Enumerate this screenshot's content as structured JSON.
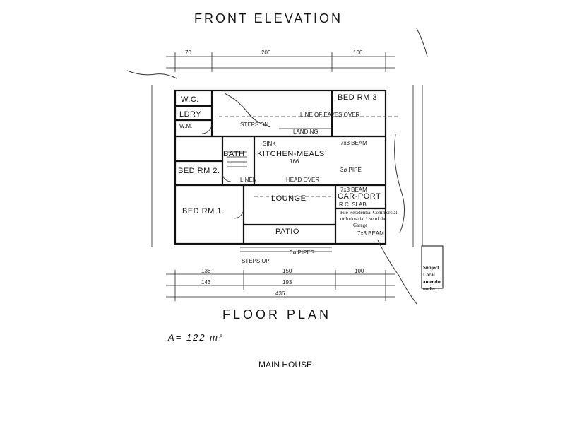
{
  "titles": {
    "front_elevation": "FRONT ELEVATION",
    "floor_plan": "FLOOR PLAN",
    "area": "A= 122 m²",
    "caption": "MAIN HOUSE"
  },
  "rooms": {
    "wc": "W.C.",
    "ldry": "LDRY",
    "bed3": "BED RM 3",
    "bath": "BATH",
    "kitchen": "KITCHEN-MEALS",
    "bed2": "BED RM 2.",
    "lounge": "LOUNGE",
    "carport": "CAR-PORT",
    "bed1": "BED RM 1.",
    "patio": "PATIO"
  },
  "notes": {
    "steps_dn": "STEPS DN",
    "landing": "LANDING",
    "line_eaves": "LINE OF EAVES OVER",
    "beam1": "7x3 BEAM",
    "pipe1": "3ø PIPE",
    "linen": "LINEN",
    "head_over": "HEAD OVER",
    "beam2": "7x3 BEAM",
    "rc_slab": "R.C. SLAB",
    "beam3": "7x3 BEAM",
    "steps_up": "STEPS UP",
    "pipes": "3ø PIPES",
    "sink": "SINK",
    "wm": "W.M."
  },
  "dimensions": {
    "top_left": "70",
    "top_mid": "200",
    "top_right": "100",
    "b1": "138",
    "b2": "150",
    "b3": "100",
    "c1": "143",
    "c2": "193",
    "total": "436",
    "k1": "166"
  },
  "stamp": {
    "line1": "File Residential Commercial",
    "line2": "or Industrial Use of the",
    "line3": "Garage",
    "s1": "Subject",
    "s2": "Local",
    "s3": "amendm",
    "s4": "under."
  }
}
